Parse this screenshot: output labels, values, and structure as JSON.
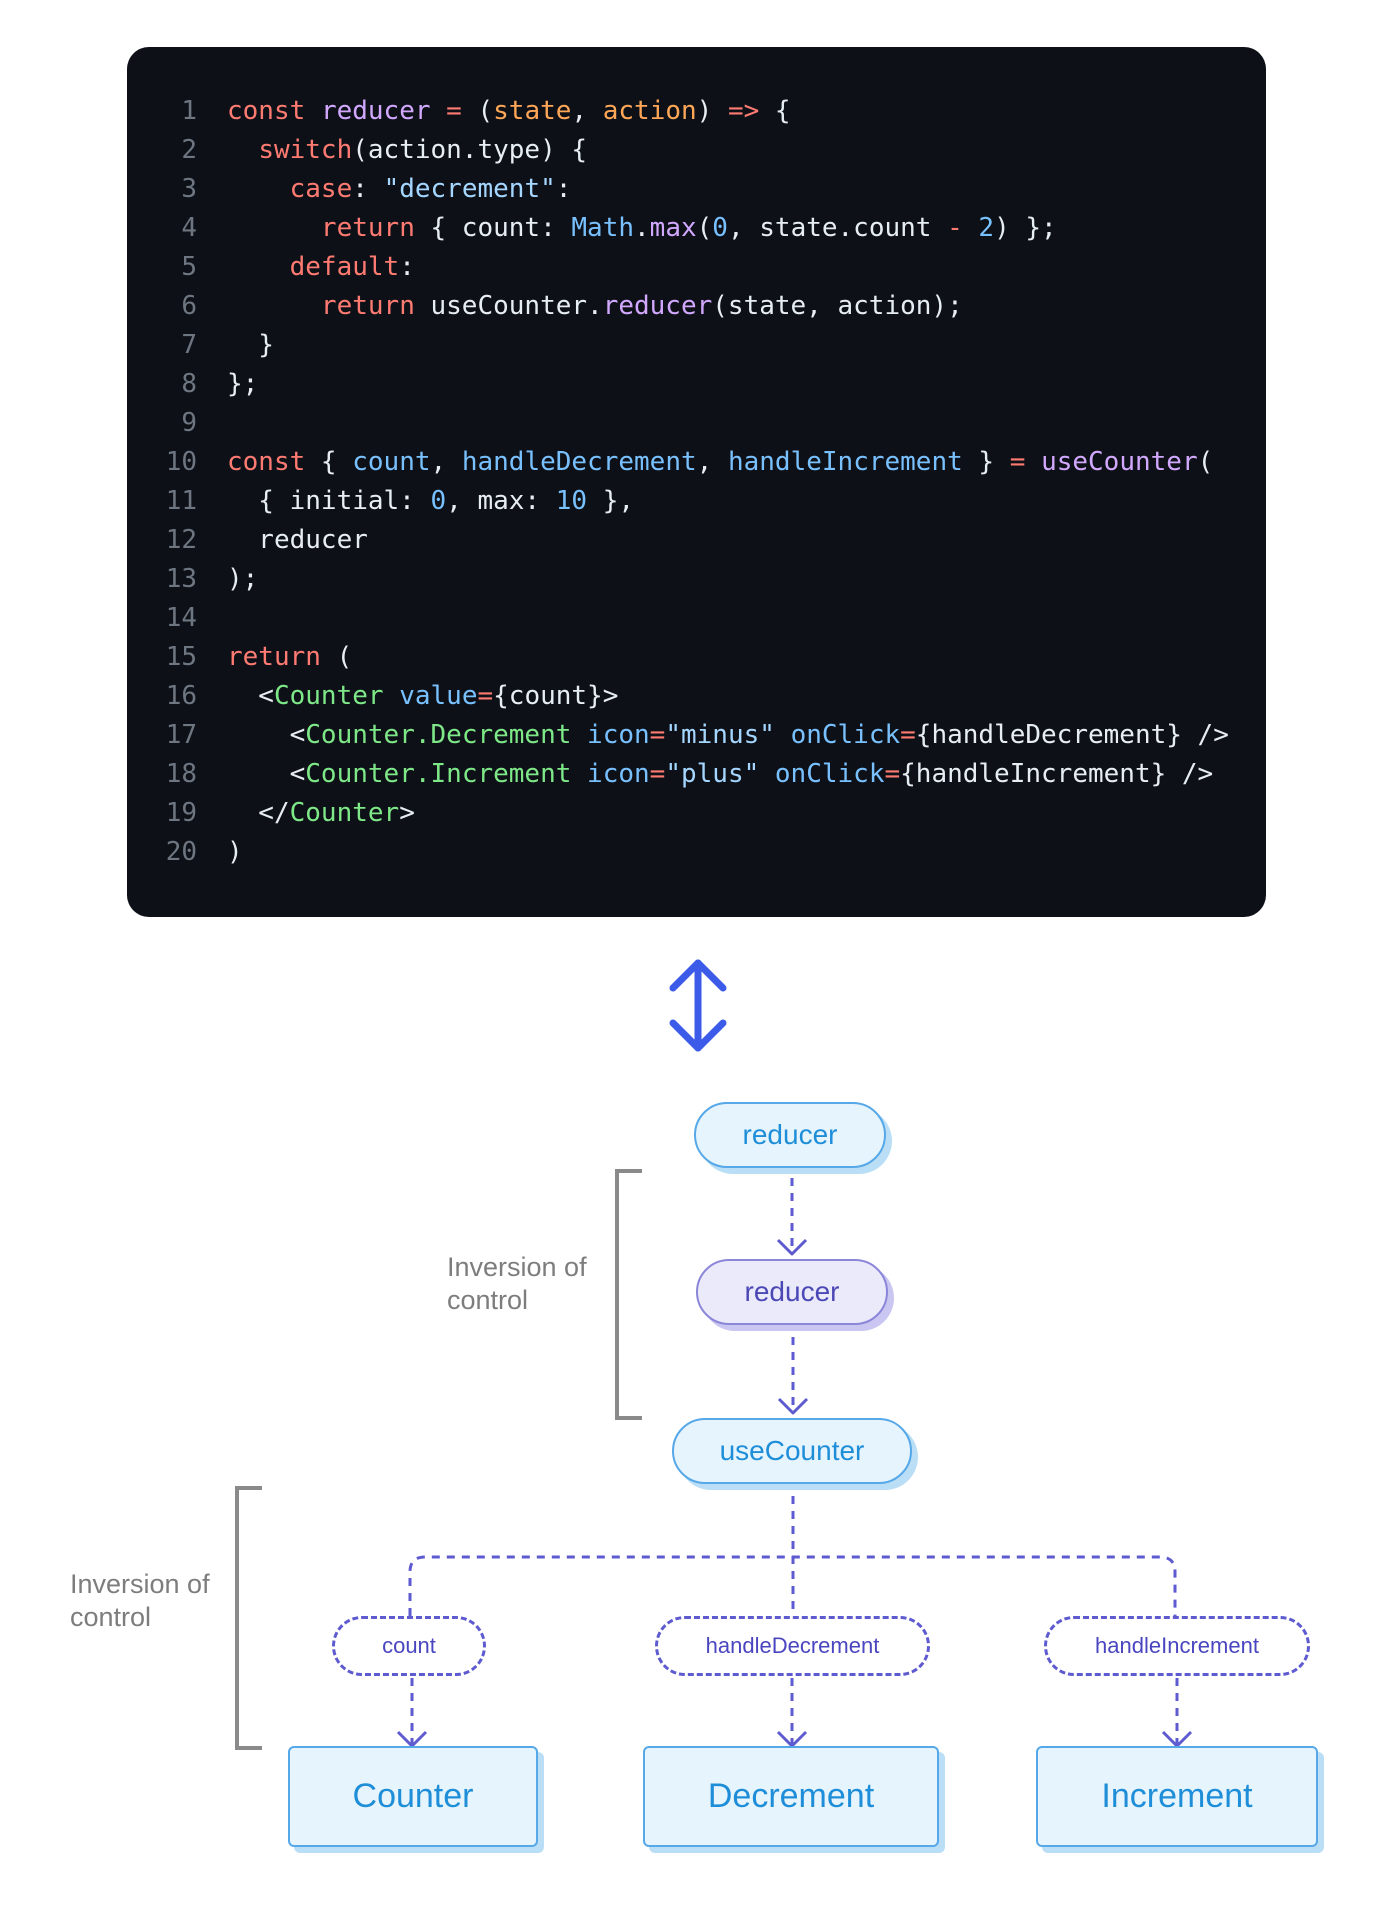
{
  "code": {
    "lines": [
      {
        "n": "1",
        "tokens": [
          [
            "kw",
            "const"
          ],
          [
            "pl",
            " "
          ],
          [
            "fn",
            "reducer"
          ],
          [
            "pl",
            " "
          ],
          [
            "op",
            "="
          ],
          [
            "pl",
            " ("
          ],
          [
            "prm",
            "state"
          ],
          [
            "pl",
            ", "
          ],
          [
            "prm",
            "action"
          ],
          [
            "pl",
            ") "
          ],
          [
            "op",
            "=>"
          ],
          [
            "pl",
            " {"
          ]
        ]
      },
      {
        "n": "2",
        "tokens": [
          [
            "pl",
            "  "
          ],
          [
            "kw",
            "switch"
          ],
          [
            "pl",
            "(action.type) {"
          ]
        ]
      },
      {
        "n": "3",
        "tokens": [
          [
            "pl",
            "    "
          ],
          [
            "kw",
            "case"
          ],
          [
            "pl",
            ": "
          ],
          [
            "str",
            "\"decrement\""
          ],
          [
            "pl",
            ":"
          ]
        ]
      },
      {
        "n": "4",
        "tokens": [
          [
            "pl",
            "      "
          ],
          [
            "kw",
            "return"
          ],
          [
            "pl",
            " { count: "
          ],
          [
            "cst",
            "Math"
          ],
          [
            "pl",
            "."
          ],
          [
            "fn",
            "max"
          ],
          [
            "pl",
            "("
          ],
          [
            "num",
            "0"
          ],
          [
            "pl",
            ", state.count "
          ],
          [
            "op",
            "-"
          ],
          [
            "pl",
            " "
          ],
          [
            "num",
            "2"
          ],
          [
            "pl",
            ") };"
          ]
        ]
      },
      {
        "n": "5",
        "tokens": [
          [
            "pl",
            "    "
          ],
          [
            "kw",
            "default"
          ],
          [
            "pl",
            ":"
          ]
        ]
      },
      {
        "n": "6",
        "tokens": [
          [
            "pl",
            "      "
          ],
          [
            "kw",
            "return"
          ],
          [
            "pl",
            " useCounter."
          ],
          [
            "fn",
            "reducer"
          ],
          [
            "pl",
            "(state, action);"
          ]
        ]
      },
      {
        "n": "7",
        "tokens": [
          [
            "pl",
            "  }"
          ]
        ]
      },
      {
        "n": "8",
        "tokens": [
          [
            "pl",
            "};"
          ]
        ]
      },
      {
        "n": "9",
        "tokens": []
      },
      {
        "n": "10",
        "tokens": [
          [
            "kw",
            "const"
          ],
          [
            "pl",
            " { "
          ],
          [
            "cst",
            "count"
          ],
          [
            "pl",
            ", "
          ],
          [
            "cst",
            "handleDecrement"
          ],
          [
            "pl",
            ", "
          ],
          [
            "cst",
            "handleIncrement"
          ],
          [
            "pl",
            " } "
          ],
          [
            "op",
            "="
          ],
          [
            "pl",
            " "
          ],
          [
            "fn",
            "useCounter"
          ],
          [
            "pl",
            "("
          ]
        ]
      },
      {
        "n": "11",
        "tokens": [
          [
            "pl",
            "  { initial: "
          ],
          [
            "num",
            "0"
          ],
          [
            "pl",
            ", max: "
          ],
          [
            "num",
            "10"
          ],
          [
            "pl",
            " },"
          ]
        ]
      },
      {
        "n": "12",
        "tokens": [
          [
            "pl",
            "  reducer"
          ]
        ]
      },
      {
        "n": "13",
        "tokens": [
          [
            "pl",
            ");"
          ]
        ]
      },
      {
        "n": "14",
        "tokens": []
      },
      {
        "n": "15",
        "tokens": [
          [
            "kw",
            "return"
          ],
          [
            "pl",
            " ("
          ]
        ]
      },
      {
        "n": "16",
        "tokens": [
          [
            "pl",
            "  <"
          ],
          [
            "tag",
            "Counter"
          ],
          [
            "pl",
            " "
          ],
          [
            "attr",
            "value"
          ],
          [
            "op",
            "="
          ],
          [
            "pl",
            "{count}>"
          ]
        ]
      },
      {
        "n": "17",
        "tokens": [
          [
            "pl",
            "    <"
          ],
          [
            "tag",
            "Counter.Decrement"
          ],
          [
            "pl",
            " "
          ],
          [
            "attr",
            "icon"
          ],
          [
            "op",
            "="
          ],
          [
            "str",
            "\"minus\""
          ],
          [
            "pl",
            " "
          ],
          [
            "attr",
            "onClick"
          ],
          [
            "op",
            "="
          ],
          [
            "pl",
            "{handleDecrement} />"
          ]
        ]
      },
      {
        "n": "18",
        "tokens": [
          [
            "pl",
            "    <"
          ],
          [
            "tag",
            "Counter.Increment"
          ],
          [
            "pl",
            " "
          ],
          [
            "attr",
            "icon"
          ],
          [
            "op",
            "="
          ],
          [
            "str",
            "\"plus\""
          ],
          [
            "pl",
            " "
          ],
          [
            "attr",
            "onClick"
          ],
          [
            "op",
            "="
          ],
          [
            "pl",
            "{handleIncrement} />"
          ]
        ]
      },
      {
        "n": "19",
        "tokens": [
          [
            "pl",
            "  </"
          ],
          [
            "tag",
            "Counter"
          ],
          [
            "pl",
            ">"
          ]
        ]
      },
      {
        "n": "20",
        "tokens": [
          [
            "pl",
            ")"
          ]
        ]
      }
    ]
  },
  "diagram": {
    "arrow_icon": "up-down-arrow-icon",
    "nodes": {
      "reducer_top": "reducer",
      "reducer_mid": "reducer",
      "use_counter": "useCounter",
      "count": "count",
      "handle_decrement": "handleDecrement",
      "handle_increment": "handleIncrement",
      "counter": "Counter",
      "decrement": "Decrement",
      "increment": "Increment"
    },
    "labels": {
      "inversion_upper": "Inversion of\ncontrol",
      "inversion_lower": "Inversion of\ncontrol"
    }
  },
  "colors": {
    "code_bg": "#0d1117",
    "accent_blue": "#3b5be8",
    "node_blue": "#1f8ed8",
    "node_purple": "#4b48b6",
    "dashed": "#5e5ad0",
    "bracket": "#8a8a8a"
  }
}
